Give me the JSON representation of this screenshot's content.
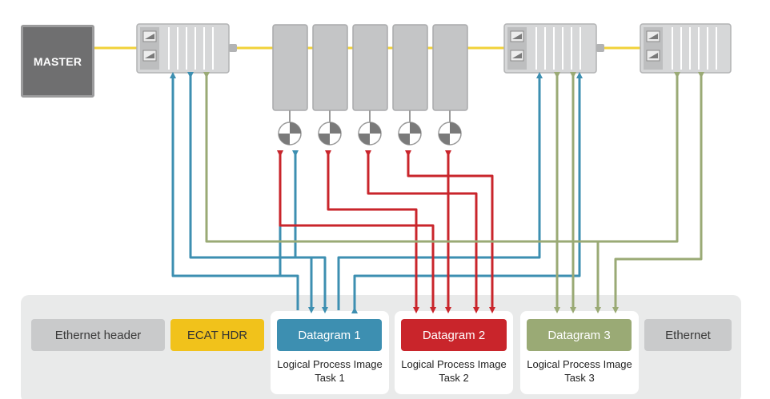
{
  "master": {
    "label": "MASTER"
  },
  "frame": {
    "ethernet_header": "Ethernet header",
    "ecat_hdr": "ECAT HDR",
    "ethernet_trailer": "Ethernet"
  },
  "datagrams": [
    {
      "label": "Datagram 1",
      "caption_line1": "Logical Process Image",
      "caption_line2": "Task 1",
      "color": "#3d8fb1"
    },
    {
      "label": "Datagram 2",
      "caption_line1": "Logical Process Image",
      "caption_line2": "Task 2",
      "color": "#c9252b"
    },
    {
      "label": "Datagram 3",
      "caption_line1": "Logical Process Image",
      "caption_line2": "Task 3",
      "color": "#9aaa75"
    }
  ],
  "colors": {
    "bus_line": "#f1d23a",
    "device_grey": "#c4c5c6",
    "blue": "#3d8fb1",
    "red": "#c9252b",
    "green": "#9aaa75"
  },
  "icons": [
    "network-port-icon",
    "drive-dial-icon",
    "arrow-up-icon",
    "arrow-down-icon"
  ]
}
